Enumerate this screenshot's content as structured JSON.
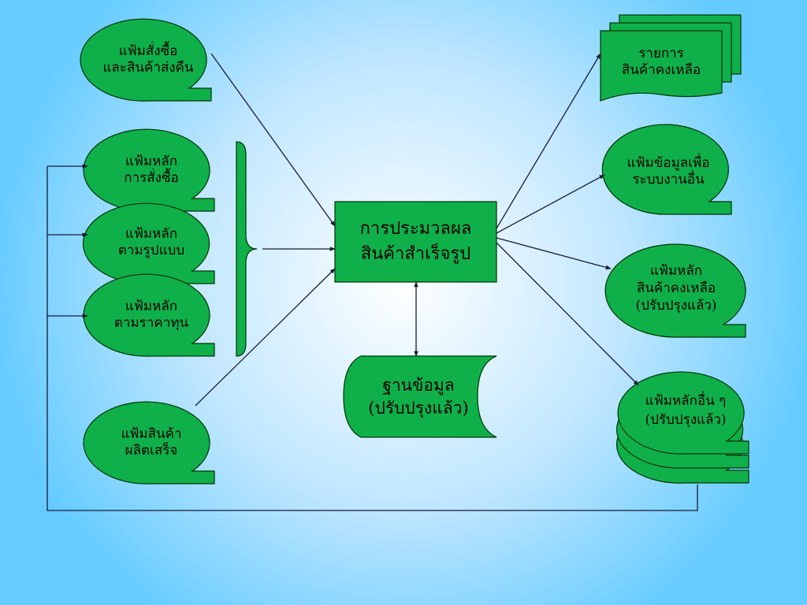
{
  "nodes": {
    "purchase_return_file": [
      "แฟ้มสั่งซื้อ",
      "และสินค้าส่งคืน"
    ],
    "purchase_master": [
      "แฟ้มหลัก",
      "การสั่งซื้อ"
    ],
    "pattern_master": [
      "แฟ้มหลัก",
      "ตามรูปแบบ"
    ],
    "cost_master": [
      "แฟ้มหลัก",
      "ตามราคาทุน"
    ],
    "finished_goods_file": [
      "แฟ้มสินค้า",
      "ผลิตเสร็จ"
    ],
    "process": [
      "การประมวลผล",
      "สินค้าสำเร็จรูป"
    ],
    "database": [
      "ฐานข้อมูล",
      "(ปรับปรุงแล้ว)"
    ],
    "inventory_report": [
      "รายการ",
      "สินค้าคงเหลือ"
    ],
    "other_systems_file": [
      "แฟ้มข้อมูลเพื่อ",
      "ระบบงานอื่น"
    ],
    "inventory_master_updated": [
      "แฟ้มหลัก",
      "สินค้าคงเหลือ",
      "(ปรับปรุงแล้ว)"
    ],
    "other_masters_updated": [
      "แฟ้มหลักอื่น ๆ",
      "(ปรับปรุงแล้ว)"
    ]
  },
  "colors": {
    "background_center": "#ffffff",
    "background_edge": "#66ccff",
    "shape_fill": "#0fb04a",
    "shape_stroke": "#003300",
    "arrow": "#1a1a3a"
  }
}
